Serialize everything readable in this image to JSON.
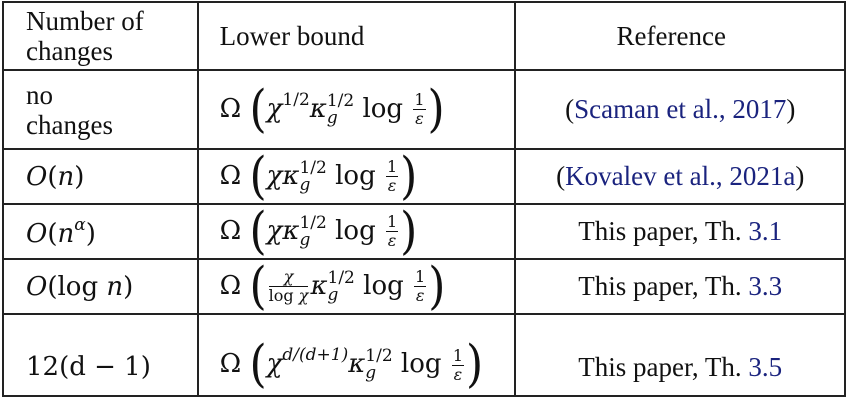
{
  "table": {
    "headers": {
      "col1_line1": "Number of",
      "col1_line2": "changes",
      "col2": "Lower bound",
      "col3": "Reference"
    },
    "rows": [
      {
        "changes_line1": "no",
        "changes_line2": "changes",
        "bound": "Ω(χ^{1/2} κ_g^{1/2} log 1/ε)",
        "chi_exp": "1/2",
        "kappa_exp": "1/2",
        "kappa_sub": "g",
        "ref_open": "(",
        "ref_link": "Scaman et al., 2017",
        "ref_close": ")"
      },
      {
        "changes": "O(n)",
        "bound": "Ω(χ κ_g^{1/2} log 1/ε)",
        "kappa_exp": "1/2",
        "kappa_sub": "g",
        "ref_open": "(",
        "ref_link": "Kovalev et al., 2021a",
        "ref_close": ")"
      },
      {
        "changes": "O(n^α)",
        "bound": "Ω(χ κ_g^{1/2} log 1/ε)",
        "kappa_exp": "1/2",
        "kappa_sub": "g",
        "ref_text": "This paper, Th. ",
        "ref_link": "3.1"
      },
      {
        "changes": "O(log n)",
        "bound": "Ω(χ/log χ κ_g^{1/2} log 1/ε)",
        "kappa_exp": "1/2",
        "kappa_sub": "g",
        "ref_text": "This paper, Th. ",
        "ref_link": "3.3"
      },
      {
        "changes": "12(d − 1)",
        "bound": "Ω(χ^{d/(d+1)} κ_g^{1/2} log 1/ε)",
        "chi_exp": "d/(d+1)",
        "kappa_exp": "1/2",
        "kappa_sub": "g",
        "ref_text": "This paper, Th. ",
        "ref_link": "3.5"
      }
    ],
    "symbols": {
      "omega": "Ω",
      "chi": "χ",
      "kappa": "κ",
      "log": "log",
      "one": "1",
      "eps": "ε",
      "lparen": "(",
      "rparen": ")",
      "O": "O",
      "n": "n",
      "alpha": "α"
    }
  },
  "colors": {
    "text": "#111111",
    "link": "#1a237e",
    "border": "#222222"
  }
}
